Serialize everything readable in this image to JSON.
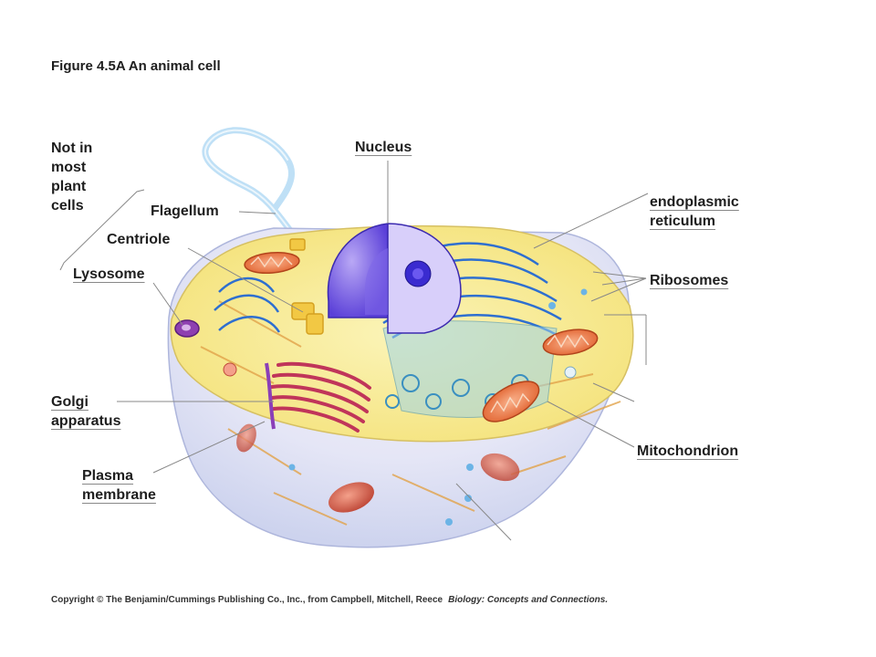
{
  "figure": {
    "title": "Figure 4.5A  An animal cell"
  },
  "labels": {
    "not_in_plant": "Not in\nmost\nplant\ncells",
    "flagellum": "Flagellum",
    "centriole": "Centriole",
    "lysosome": "Lysosome",
    "nucleus": "Nucleus",
    "endoplasmic_reticulum": "endoplasmic\nreticulum",
    "ribosomes": "Ribosomes",
    "golgi": "Golgi\napparatus",
    "plasma_membrane": "Plasma\nmembrane",
    "mitochondrion": "Mitochondrion"
  },
  "copyright": {
    "text": "Copyright © The Benjamin/Cummings Publishing Co., Inc., from Campbell, Mitchell, Reece",
    "book": "Biology: Concepts and Connections."
  }
}
